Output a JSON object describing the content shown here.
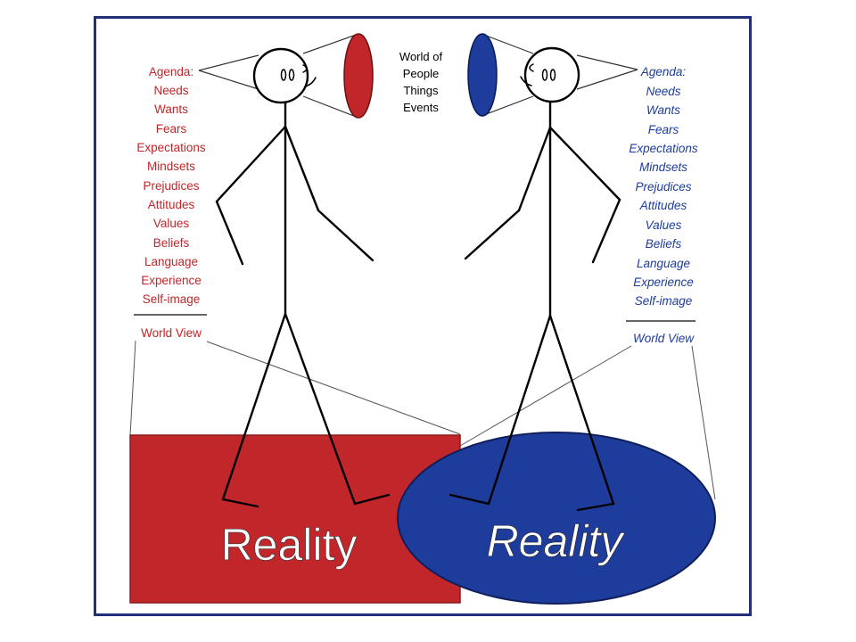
{
  "colors": {
    "left": "#c0262a",
    "right": "#1d3c9c",
    "frame": "#1f2f78",
    "ink": "#000000",
    "center_text": "#000000",
    "leader": "#444444"
  },
  "center": {
    "lines": [
      "World of",
      "People",
      "Things",
      "Events"
    ]
  },
  "left": {
    "items": [
      "Agenda:",
      "Needs",
      "Wants",
      "Fears",
      "Expectations",
      "Mindsets",
      "Prejudices",
      "Attitudes",
      "Values",
      "Beliefs",
      "Language",
      "Experience",
      "Self-image"
    ],
    "world_view": "World View",
    "reality": "Reality"
  },
  "right": {
    "items": [
      "Agenda:",
      "Needs",
      "Wants",
      "Fears",
      "Expectations",
      "Mindsets",
      "Prejudices",
      "Attitudes",
      "Values",
      "Beliefs",
      "Language",
      "Experience",
      "Self-image"
    ],
    "world_view": "World View",
    "reality": "Reality"
  }
}
